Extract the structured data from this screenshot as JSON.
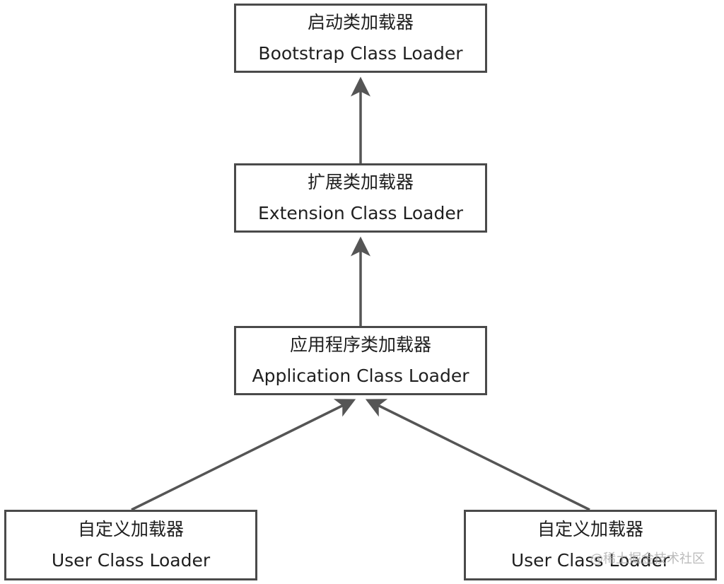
{
  "diagram": {
    "nodes": [
      {
        "id": "bootstrap",
        "label_cn": "启动类加载器",
        "label_en": "Bootstrap Class Loader"
      },
      {
        "id": "extension",
        "label_cn": "扩展类加载器",
        "label_en": "Extension Class Loader"
      },
      {
        "id": "application",
        "label_cn": "应用程序类加载器",
        "label_en": "Application Class Loader"
      },
      {
        "id": "user-left",
        "label_cn": "自定义加载器",
        "label_en": "User Class Loader"
      },
      {
        "id": "user-right",
        "label_cn": "自定义加载器",
        "label_en": "User Class Loader"
      }
    ],
    "edges": [
      {
        "from": "extension",
        "to": "bootstrap"
      },
      {
        "from": "application",
        "to": "extension"
      },
      {
        "from": "user-left",
        "to": "application"
      },
      {
        "from": "user-right",
        "to": "application"
      }
    ],
    "colors": {
      "border": "#4a4a4a",
      "arrow": "#555555",
      "text": "#1f1f1f"
    }
  },
  "watermark": "@稀土掘金技术社区"
}
